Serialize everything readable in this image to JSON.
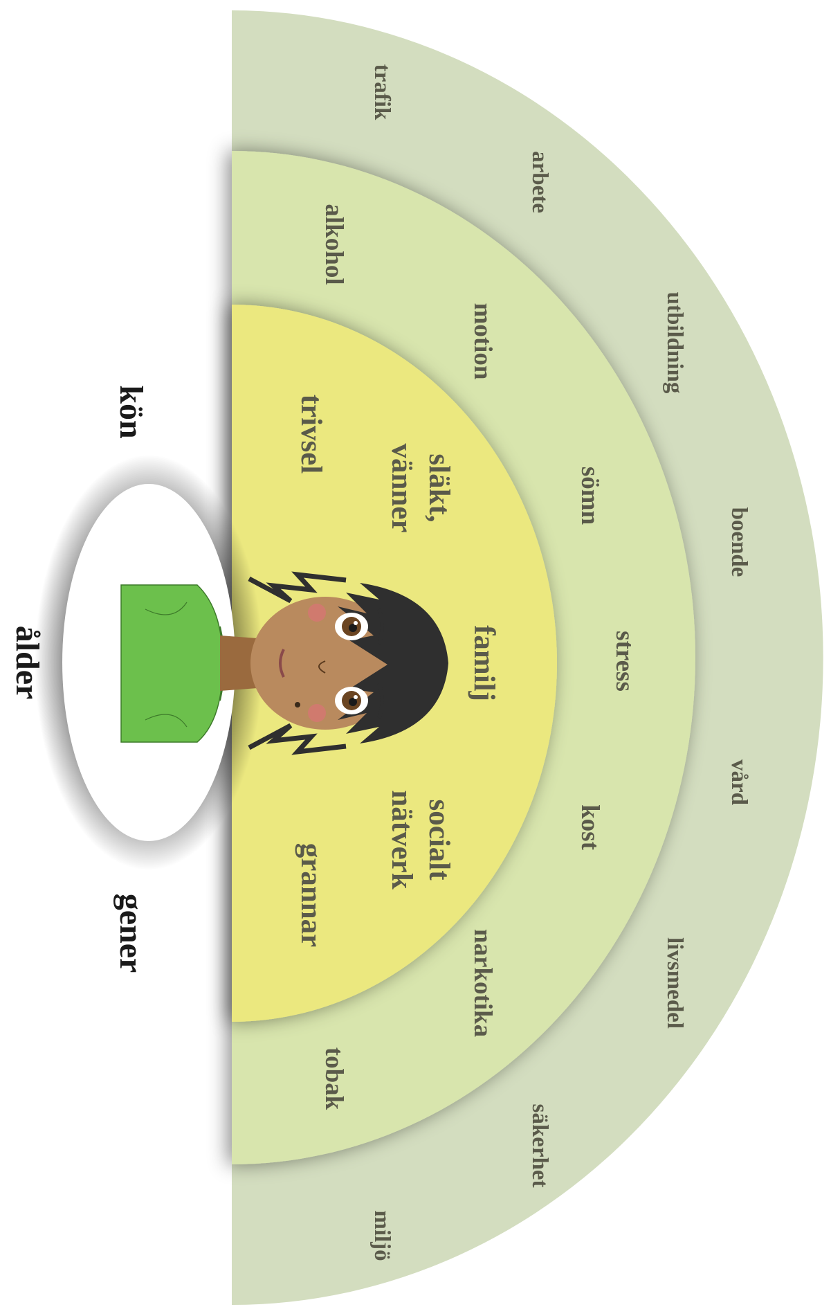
{
  "colors": {
    "outer_ring": "#d3ddbf",
    "middle_ring": "#d8e5ad",
    "inner_circle": "#ebe87f",
    "label_text": "#5a5a4a",
    "base_text": "#1a1a1a",
    "sweater": "#6cc04c",
    "skin": "#b98a5e",
    "hair": "#2f2f2f"
  },
  "layers": {
    "outer": {
      "labels": [
        "trafik",
        "arbete",
        "utbildning",
        "boende",
        "vård",
        "livsmedel",
        "säkerhet",
        "miljö"
      ]
    },
    "middle": {
      "labels": [
        "alkohol",
        "motion",
        "sömn",
        "stress",
        "kost",
        "narkotika",
        "tobak"
      ]
    },
    "inner": {
      "labels": [
        "trivsel",
        "släkt,\nvänner",
        "familj",
        "socialt\nnätverk",
        "grannar"
      ]
    }
  },
  "base_factors": [
    "kön",
    "ålder",
    "gener"
  ]
}
